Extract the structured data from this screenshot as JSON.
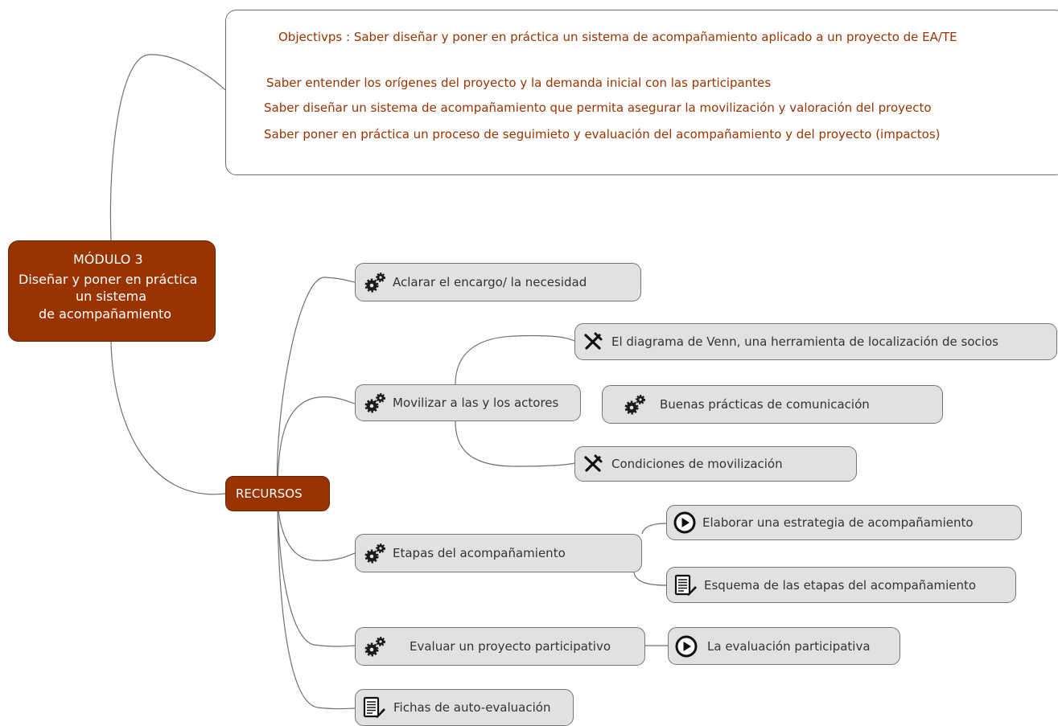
{
  "objectives": {
    "title": "Objectivps : Saber diseñar y poner en práctica un sistema de acompañamiento aplicado a un proyecto de EA/TE",
    "items": [
      "Saber entender los orígenes del proyecto y la demanda inicial con las participantes",
      "Saber diseñar un sistema de acompañamiento que permita asegurar la movilización y valoración del proyecto",
      "Saber poner en práctica un proceso de seguimieto y evaluación del acompañamiento y del proyecto (impactos)"
    ]
  },
  "root": {
    "lines": [
      "MÓDULO 3",
      "Diseñar y poner en práctica",
      "un sistema",
      "de acompañamiento"
    ]
  },
  "recursos": {
    "label": "RECURSOS"
  },
  "nodes": {
    "aclarar": {
      "label": "Aclarar el encargo/ la necesidad",
      "icon": "gears-icon"
    },
    "movilizar": {
      "label": "Movilizar a las y los actores",
      "icon": "gears-icon"
    },
    "venn": {
      "label": "El diagrama de Venn, una herramienta de localización de socios",
      "icon": "tools-icon"
    },
    "buenas": {
      "label": "Buenas prácticas de comunicación",
      "icon": "gears-icon"
    },
    "condiciones": {
      "label": "Condiciones de movilización",
      "icon": "tools-icon"
    },
    "etapas": {
      "label": "Etapas del acompañamiento",
      "icon": "gears-icon"
    },
    "elaborar": {
      "label": "Elaborar una estrategia de acompañamiento",
      "icon": "play-icon"
    },
    "esquema": {
      "label": "Esquema de las etapas del acompañamiento",
      "icon": "document-icon"
    },
    "evaluar": {
      "label": "Evaluar un proyecto participativo",
      "icon": "gears-icon"
    },
    "evaluacion": {
      "label": "La evaluación participativa",
      "icon": "play-icon"
    },
    "fichas": {
      "label": "Fichas de auto-evaluación",
      "icon": "document-icon"
    }
  },
  "colors": {
    "accent": "#993300",
    "node_fill": "#e1e1e1",
    "connector": "#707070"
  }
}
